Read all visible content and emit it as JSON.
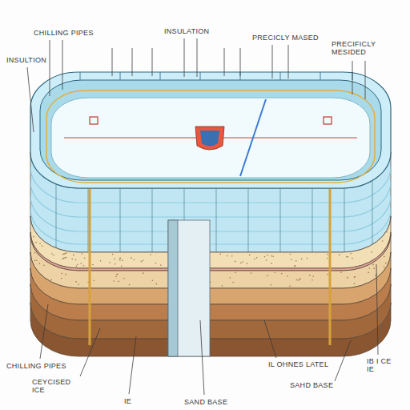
{
  "diagram": {
    "labels": [
      "CHILLING PIPES",
      "INSULATION",
      "PRECICLY MASED",
      "PRECIFICLY MESIDED",
      "INSULTION",
      "CHILLING PIPES",
      "CEYCISED ICE",
      "IE",
      "SAND BASE",
      "SAHD BASE",
      "IL OHNES LATEL",
      "IB I CE IE"
    ]
  }
}
